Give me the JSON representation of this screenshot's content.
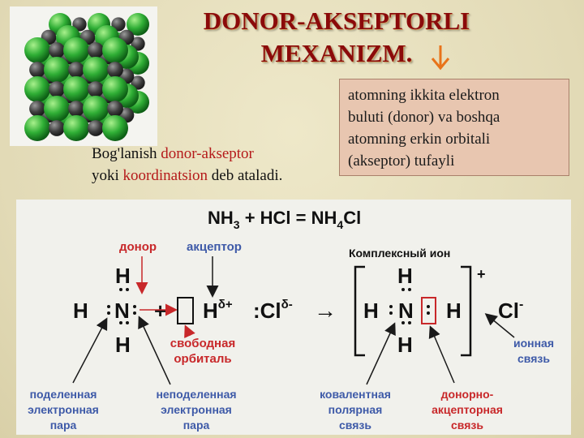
{
  "title": {
    "line1": "DONOR-AKSEPTORLI",
    "line2": "MEXANIZM.",
    "accent_color": "#8b0a0a"
  },
  "info_box": {
    "line1": "atomning ikkita elektron",
    "line2": "buluti (donor) va boshqa",
    "line3": "atomning erkin orbitali",
    "line4": "(akseptor) tufayli"
  },
  "caption": {
    "part1": "Bog'lanish ",
    "term1": "donor-akseptor",
    "part2": "yoki ",
    "term2": "koordinatsion",
    "part3": " deb ataladi."
  },
  "scheme": {
    "equation": {
      "nh": "NH",
      "sub3": "3",
      "plus_hcl": " + HCl = NH",
      "sub4": "4",
      "cl": "Cl"
    },
    "labels": {
      "donor": "донор",
      "acceptor": "акцептор",
      "complex_ion": "Комплексный ион",
      "free_orbital_1": "свободная",
      "free_orbital_2": "орбиталь",
      "shared_pair_1": "поделенная",
      "shared_pair_2": "электронная",
      "shared_pair_3": "пара",
      "lone_pair_1": "неподеленная",
      "lone_pair_2": "электронная",
      "lone_pair_3": "пара",
      "covalent_1": "ковалентная",
      "covalent_2": "полярная",
      "covalent_3": "связь",
      "donor_acceptor_1": "донорно-",
      "donor_acceptor_2": "акцепторная",
      "donor_acceptor_3": "связь",
      "ionic_1": "ионная",
      "ionic_2": "связь"
    },
    "formula": {
      "h": "H",
      "n": "N",
      "plus": "+",
      "delta_plus": "δ+",
      "cl": ":Cl",
      "delta_minus": "δ-",
      "arrow": "→",
      "charge_plus": "+",
      "chloride": "Cl",
      "minus": "-"
    },
    "colors": {
      "label_red": "#c8282a",
      "label_blue": "#3e5aa8",
      "arrow_dark": "#1a1a1a"
    }
  }
}
